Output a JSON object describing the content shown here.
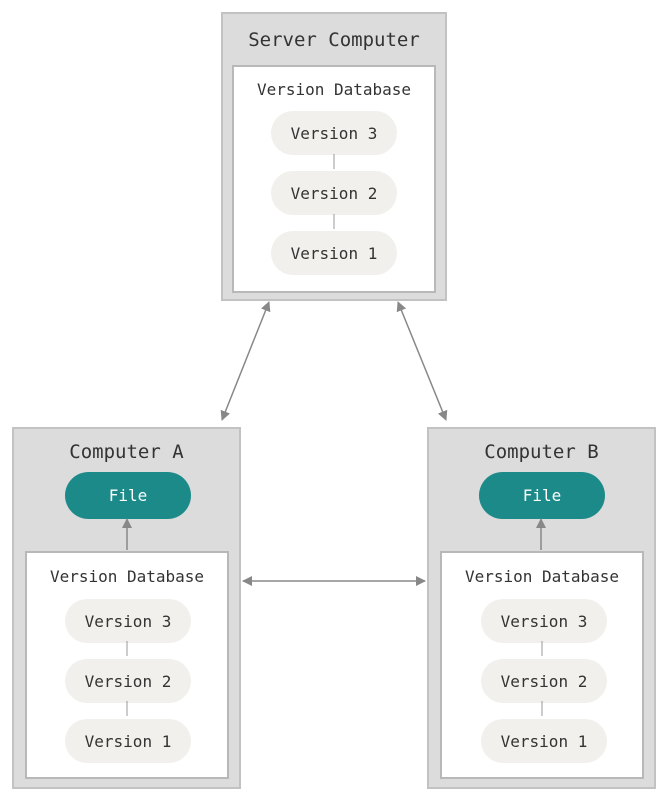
{
  "colors": {
    "box_fill": "#dcdcdc",
    "box_border": "#c2c2c2",
    "db_fill": "#ffffff",
    "version_pill": "#f1f0ec",
    "file_pill": "#1d8a8a",
    "arrow": "#888888"
  },
  "server": {
    "title": "Server Computer",
    "database": {
      "title": "Version Database",
      "versions": [
        "Version 3",
        "Version 2",
        "Version 1"
      ]
    }
  },
  "computer_a": {
    "title": "Computer A",
    "file": "File",
    "database": {
      "title": "Version Database",
      "versions": [
        "Version 3",
        "Version 2",
        "Version 1"
      ]
    }
  },
  "computer_b": {
    "title": "Computer B",
    "file": "File",
    "database": {
      "title": "Version Database",
      "versions": [
        "Version 3",
        "Version 2",
        "Version 1"
      ]
    }
  }
}
